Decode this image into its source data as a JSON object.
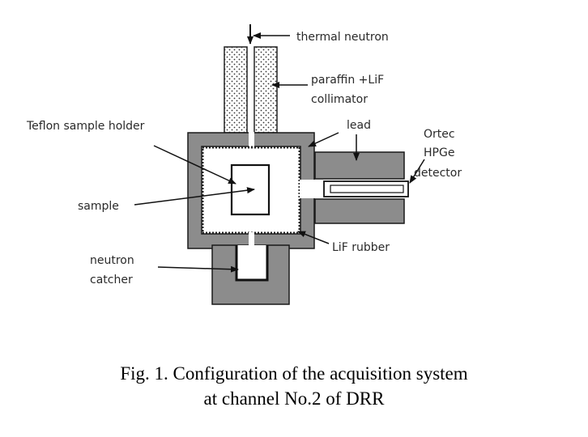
{
  "diagram": {
    "labels": {
      "thermal_neutron": "thermal neutron",
      "paraffin_line1": "paraffin +LiF",
      "paraffin_line2": "collimator",
      "teflon": "Teflon sample holder",
      "lead": "lead",
      "ortec": "Ortec",
      "hpge": "HPGe",
      "detector": "detector",
      "sample": "sample",
      "lif_rubber": "LiF rubber",
      "catcher_line1": "neutron",
      "catcher_line2": "catcher"
    },
    "colors": {
      "lead": "#8c8c8c",
      "outline": "#1a1a1a",
      "background": "#ffffff"
    }
  },
  "caption": {
    "line1": "Fig. 1. Configuration of the acquisition system",
    "line2": "at channel No.2 of DRR"
  }
}
